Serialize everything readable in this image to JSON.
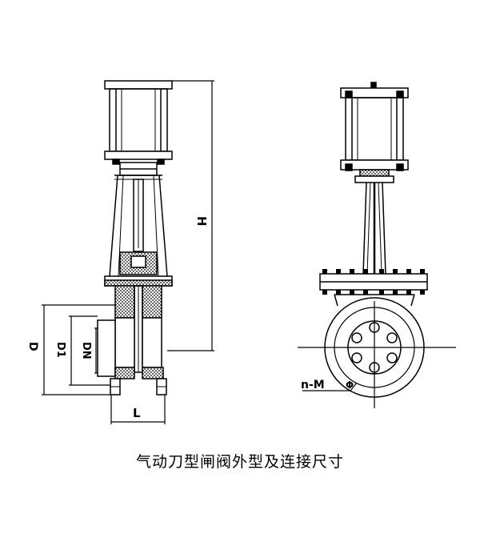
{
  "caption": "气动刀型闸阀外型及连接尺寸",
  "labels": {
    "height": "H",
    "length": "L",
    "d": "D",
    "d1": "D1",
    "dn": "DN",
    "bolt_holes": "n-M",
    "bolt_marker": "Φ"
  },
  "colors": {
    "line": "#000000",
    "background": "#ffffff"
  }
}
